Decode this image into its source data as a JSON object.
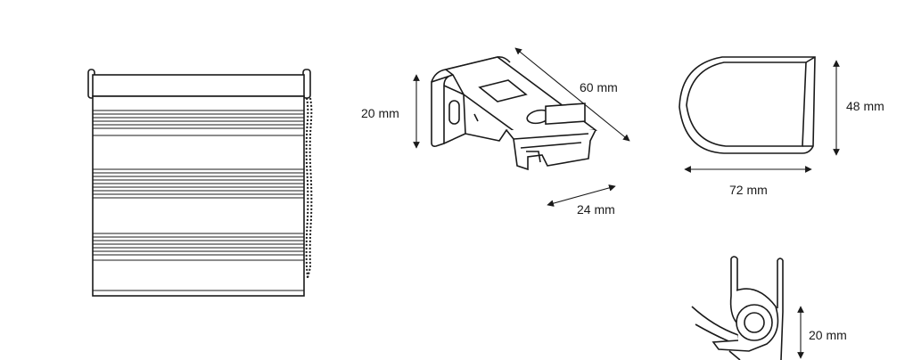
{
  "dimensions": {
    "bracket_height": "20 mm",
    "bracket_length": "60 mm",
    "bracket_depth": "24 mm",
    "cover_height": "48 mm",
    "cover_width": "72 mm",
    "profile_height": "20 mm"
  }
}
